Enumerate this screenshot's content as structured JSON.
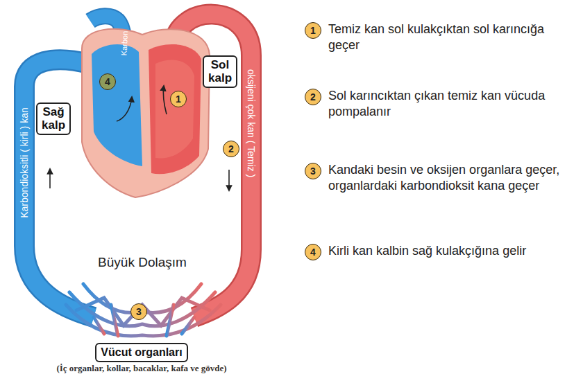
{
  "diagram": {
    "nodes": [
      {
        "text": [
          "4"
        ]
      },
      {
        "text": [
          "1"
        ]
      },
      {
        "text": [
          "Sol kalp"
        ]
      },
      {
        "text": [
          "Sağ kalp"
        ]
      },
      {
        "text": [
          "2"
        ]
      },
      {
        "text": [
          "3"
        ]
      },
      {
        "text": [
          "Vücut organları"
        ]
      },
      {
        "text": [
          "1"
        ]
      },
      {
        "text": [
          "2"
        ]
      },
      {
        "text": [
          "3"
        ]
      },
      {
        "text": [
          "4"
        ]
      }
    ],
    "labels": [
      "Karbon",
      "oksijeni çok kan ( Temiz )",
      "Karbondioksitli ( kirli ) kan",
      "Büyük Dolaşım",
      "(İç organlar, kollar, bacaklar, kafa ve gövde)",
      "Temiz kan sol kulakçıktan sol karıncığa geçer",
      "Sol karıncıktan çıkan temiz kan vücuda pompalanır",
      "Kandaki besin ve oksijen organlara geçer, organlardaki karbondioksit kana geçer",
      "Kirli kan kalbin sağ kulakçığına gelir"
    ]
  }
}
